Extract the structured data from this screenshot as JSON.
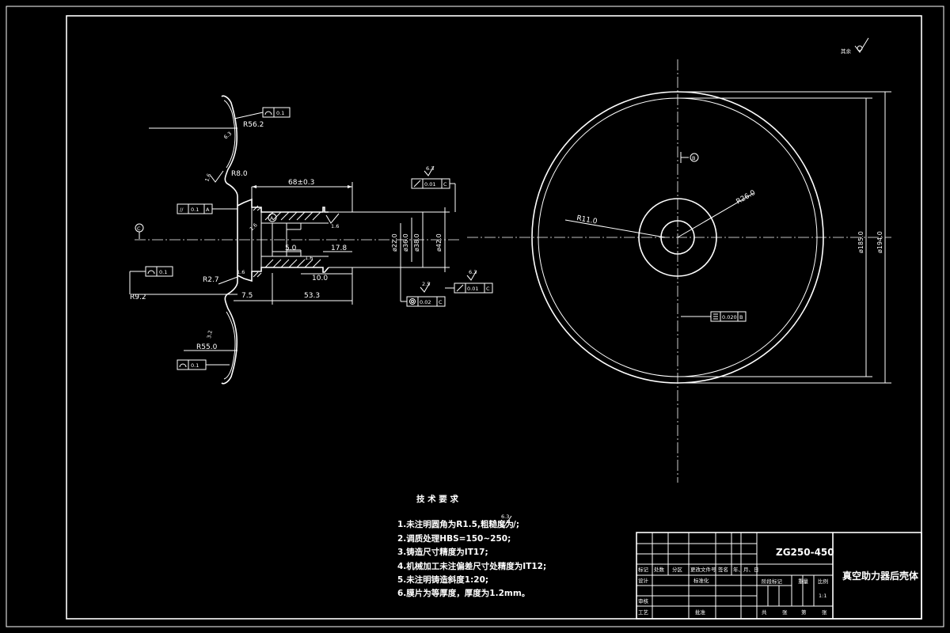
{
  "dimensions": {
    "r56_2": "R56.2",
    "r8_0": "R8.0",
    "d68": "68±0.3",
    "r2_7": "R2.7",
    "r9_2": "R9.2",
    "d7_5": "7.5",
    "d53_3": "53.3",
    "r55_0": "R55.0",
    "d5_0": "5.0",
    "d17_8": "17.8",
    "d10_0": "10.0",
    "dia22": "ø22.0",
    "dia36": "ø36.0",
    "dia38": "ø38.0",
    "dia42": "ø42.0",
    "r11": "R11.0",
    "r26": "R26.0",
    "dia185": "ø185.0",
    "dia194": "ø194.0"
  },
  "tolerances": {
    "profile_top": "0.1",
    "profile_mid": "0.1",
    "profile_bottom": "0.1",
    "parallel_val": "0.1",
    "parallel_ref": "A",
    "runout_top_val": "0.01",
    "runout_top_ref": "C",
    "runout_bot_val": "0.01",
    "runout_bot_ref": "C",
    "coax_val": "0.02",
    "coax_ref": "C",
    "circle_val": "0.020",
    "circle_ref": "B"
  },
  "datums": {
    "c": "C",
    "b": "B",
    "a": "A"
  },
  "roughness": {
    "r1": "1.6",
    "r2": "1.6",
    "r3": "1.6",
    "r4": "1.6",
    "r5": "1.6",
    "r6": "6.3",
    "r7": "3.2",
    "r8": "6.3",
    "r9": "6.3",
    "r10": "2.5",
    "other": "其余"
  },
  "notes": {
    "heading": "技 术 要 求",
    "items": [
      "1.未注明圆角为R1.5,粗糙度为",
      "2.调质处理HBS=150~250;",
      "3.铸造尺寸精度为IT17;",
      "4.机械加工未注偏差尺寸处精度为IT12;",
      "5.未注明铸造斜度1:20;",
      "6.膜片为等厚度，厚度为1.2mm。"
    ],
    "item1_tail": "/;"
  },
  "title_block": {
    "material": "ZG250-450",
    "part_name": "真空助力器后壳体",
    "scale": "1:1",
    "header_cols": [
      "标记",
      "处数",
      "分区",
      "更改文件号",
      "签名",
      "年、月、日"
    ],
    "rows": {
      "design": "设计",
      "standard": "标准化",
      "review": "审核",
      "process": "工艺",
      "approve": "批准"
    },
    "stage_mark": "阶段标记",
    "weight": "重量",
    "scale_label": "比例",
    "sheets": [
      "共",
      "张",
      "第",
      "张"
    ]
  }
}
